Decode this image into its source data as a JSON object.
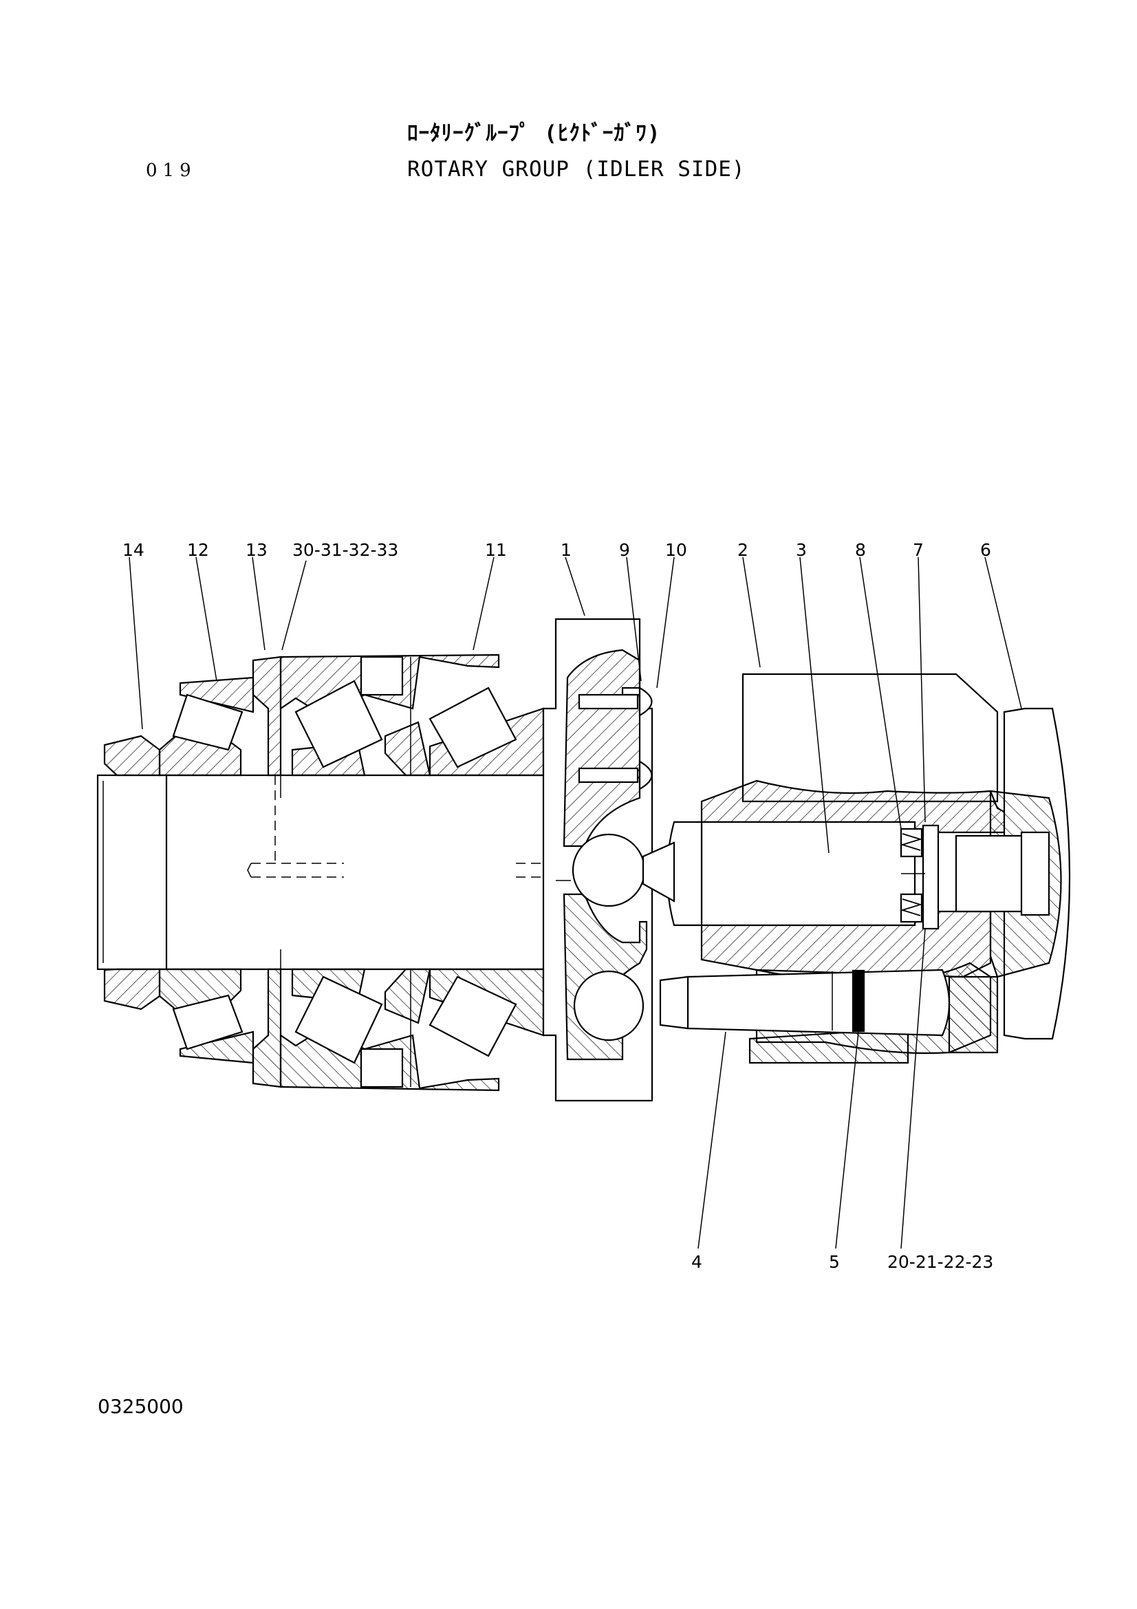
{
  "header": {
    "page_number": "019",
    "title_japanese": "ﾛｰﾀﾘｰｸﾞﾙｰﾌﾟ (ﾋｸﾄﾞｰｶﾞﾜ)",
    "title_english": "ROTARY GROUP (IDLER SIDE)"
  },
  "callouts": {
    "c14": "14",
    "c12": "12",
    "c13": "13",
    "c30": "30-31-32-33",
    "c11": "11",
    "c1": "1",
    "c9": "9",
    "c10": "10",
    "c2": "2",
    "c3": "3",
    "c8": "8",
    "c7": "7",
    "c6": "6",
    "c4": "4",
    "c5": "5",
    "c20": "20-21-22-23"
  },
  "footer": {
    "document_number": "0325000"
  }
}
